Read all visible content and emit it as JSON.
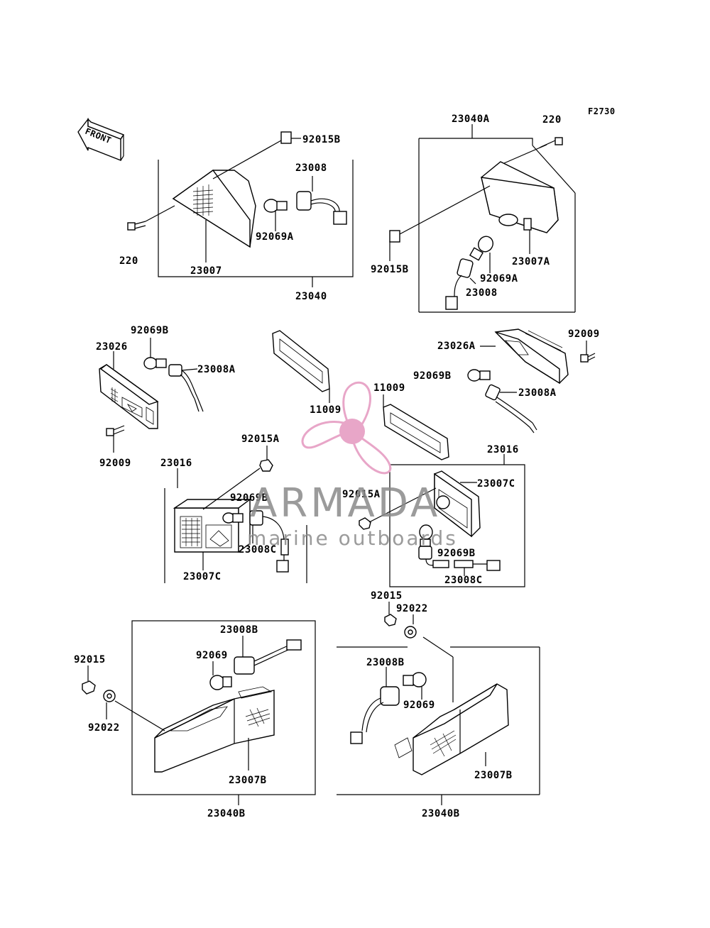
{
  "figure_code": "F2730",
  "front_label": "FRONT",
  "watermark": {
    "brand": "ARMADA",
    "tagline": "marine outboards",
    "color": "#e8a6c8"
  },
  "labels": {
    "p23040A": "23040A",
    "p220_tr": "220",
    "p92015B_tl": "92015B",
    "p23008_tl": "23008",
    "p92069A_tl": "92069A",
    "p220_tl": "220",
    "p23007": "23007",
    "p23040": "23040",
    "p92015B_tr": "92015B",
    "p23007A": "23007A",
    "p92069A_tr": "92069A",
    "p23008_tr": "23008",
    "p92069B_ml": "92069B",
    "p23026": "23026",
    "p23008A_ml": "23008A",
    "p92009_ml": "92009",
    "p11009_l": "11009",
    "p11009_r": "11009",
    "p23026A": "23026A",
    "p92009_mr": "92009",
    "p92069B_mr": "92069B",
    "p23008A_mr": "23008A",
    "p92015A_l": "92015A",
    "p23016_l": "23016",
    "p92069B_cl": "92069B",
    "p23008C_l": "23008C",
    "p23007C_l": "23007C",
    "p23016_r": "23016",
    "p92015A_r": "92015A",
    "p23007C_r": "23007C",
    "p92069B_cr": "92069B",
    "p23008C_r": "23008C",
    "p92015_r": "92015",
    "p92022_r": "92022",
    "p92015_l": "92015",
    "p92022_l": "92022",
    "p23008B_l": "23008B",
    "p92069_l": "92069",
    "p23007B_l": "23007B",
    "p23040B_l": "23040B",
    "p23008B_r": "23008B",
    "p92069_r": "92069",
    "p23007B_r": "23007B",
    "p23040B_r": "23040B"
  }
}
